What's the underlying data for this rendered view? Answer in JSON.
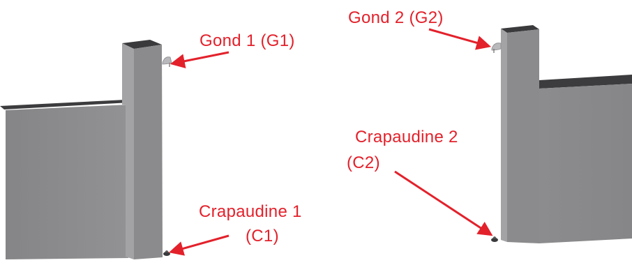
{
  "colors": {
    "label": "#e3212b",
    "arrow": "#e3212b",
    "wall_face": "#8e8e90",
    "wall_face_dark": "#7f8082",
    "wall_top": "#3c3c3e",
    "pillar_front": "#8b8b8d",
    "pillar_side": "#a3a3a5",
    "pillar_top": "#3a3a3c",
    "hinge": "#b9b9bb"
  },
  "labels": {
    "g1": "Gond 1 (G1)",
    "g2": "Gond 2 (G2)",
    "c1_line1": "Crapaudine 1",
    "c1_line2": "(C1)",
    "c2_line1": "Crapaudine 2",
    "c2_line2": "(C2)"
  }
}
